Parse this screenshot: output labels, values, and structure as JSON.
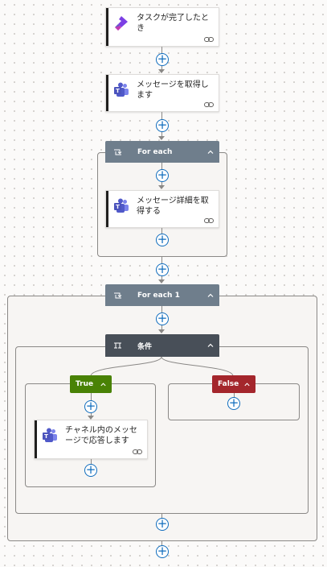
{
  "steps": {
    "task_completed": {
      "title": "タスクが完了したとき",
      "icon": "planner-icon"
    },
    "get_messages": {
      "title": "メッセージを取得します",
      "icon": "teams-icon"
    },
    "get_message_details": {
      "title": "メッセージ詳細を取得する",
      "icon": "teams-icon"
    },
    "reply_in_channel": {
      "title": "チャネル内のメッセージで応答します",
      "icon": "teams-icon"
    }
  },
  "for_each": {
    "title": "For each"
  },
  "for_each_1": {
    "title": "For each 1"
  },
  "condition": {
    "title": "条件"
  },
  "branches": {
    "true_label": "True",
    "false_label": "False"
  },
  "colors": {
    "loop_header": "#6f7e8c",
    "condition_header": "#484f58",
    "true_branch": "#498205",
    "false_branch": "#a4262c",
    "add_button": "#0f6cbd"
  }
}
